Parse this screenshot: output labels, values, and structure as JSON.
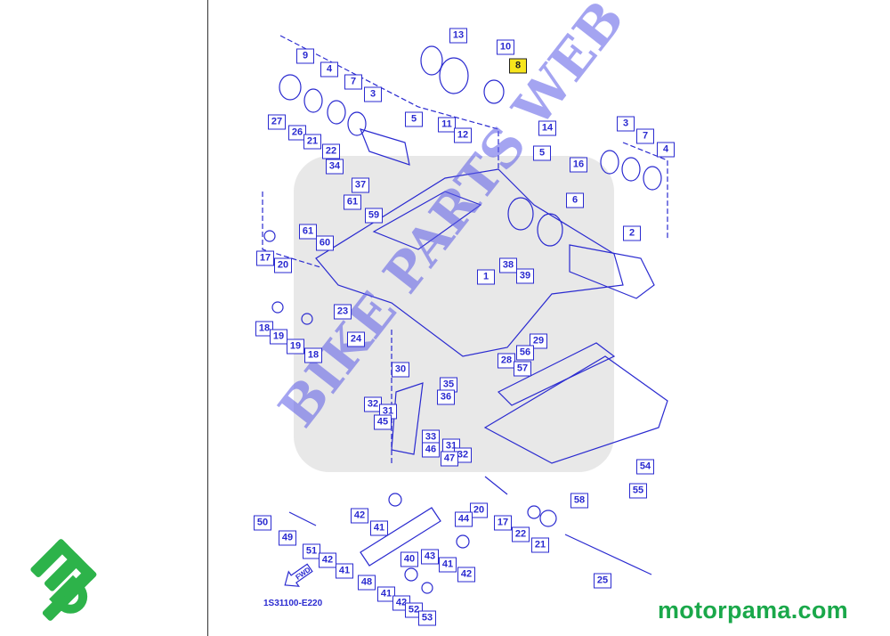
{
  "diagram": {
    "code": "1S31100-E220",
    "highlighted_part": "8",
    "fwd_label": "FWD",
    "watermark": "BIKE PARTS WEB",
    "callouts": [
      "13",
      "10",
      "8",
      "9",
      "4",
      "7",
      "3",
      "27",
      "26",
      "21",
      "22",
      "34",
      "5",
      "11",
      "12",
      "14",
      "5",
      "16",
      "3",
      "7",
      "4",
      "6",
      "2",
      "37",
      "61",
      "59",
      "61",
      "60",
      "17",
      "20",
      "38",
      "39",
      "1",
      "23",
      "18",
      "19",
      "19",
      "18",
      "24",
      "29",
      "28",
      "56",
      "57",
      "30",
      "35",
      "36",
      "32",
      "31",
      "45",
      "33",
      "46",
      "31",
      "32",
      "47",
      "54",
      "55",
      "58",
      "20",
      "44",
      "42",
      "41",
      "50",
      "49",
      "17",
      "22",
      "21",
      "51",
      "42",
      "41",
      "40",
      "43",
      "41",
      "42",
      "48",
      "41",
      "42",
      "52",
      "53",
      "25"
    ]
  },
  "branding": {
    "site": "motorpama.com",
    "logo_text": "mp",
    "color": "#1aa84a"
  }
}
